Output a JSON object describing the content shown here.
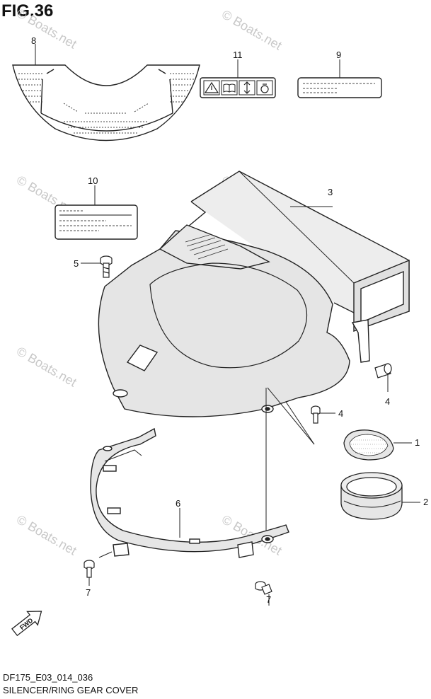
{
  "figure": {
    "title": "FIG.36",
    "code": "DF175_E03_014_036",
    "caption": "SILENCER/RING GEAR COVER"
  },
  "watermark": {
    "text": "© Boats.net",
    "color": "#c8c8c8"
  },
  "callouts": [
    "1",
    "2",
    "3",
    "4",
    "4",
    "5",
    "6",
    "7",
    "7",
    "8",
    "9",
    "10",
    "11"
  ],
  "direction_marker": "FWD",
  "colors": {
    "line": "#222222",
    "shade": "#d9d9d9",
    "watermark": "#c8c8c8"
  },
  "icons": [
    "warning-triangle-icon",
    "manual-book-icon",
    "up-down-arrow-icon",
    "pull-ring-icon"
  ]
}
